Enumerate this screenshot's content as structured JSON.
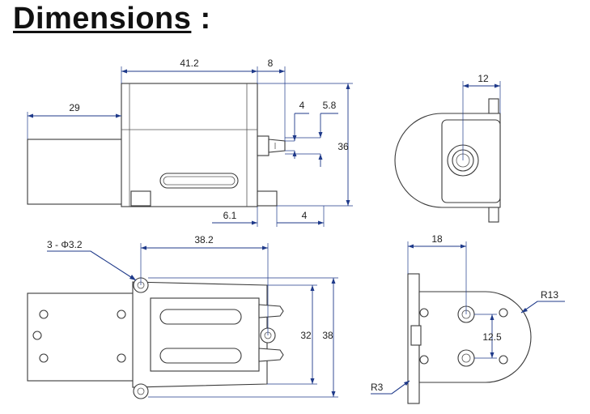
{
  "page": {
    "title": "Dimensions",
    "title_suffix": ":"
  },
  "colors": {
    "dimension_line": "#1f3a8a",
    "part_outline": "#3a3a3a",
    "text": "#222222"
  },
  "side_view": {
    "dim_length": "41.2",
    "dim_nozzle": "8",
    "dim_motor": "29",
    "dim_nozzle_d": "4",
    "dim_nozzle_tip": "5.8",
    "dim_height": "36",
    "dim_base": "6.1",
    "dim_offset": "4"
  },
  "end_view": {
    "dim_hole_offset": "12"
  },
  "top_view": {
    "hole_callout": "3 - Φ3.2",
    "dim_hole_spacing": "38.2",
    "dim_inner_height": "32",
    "dim_outer_height": "38"
  },
  "rear_view": {
    "dim_width": "18",
    "dim_radius_large": "R13",
    "dim_port_spacing": "12.5",
    "dim_radius_small": "R3"
  }
}
